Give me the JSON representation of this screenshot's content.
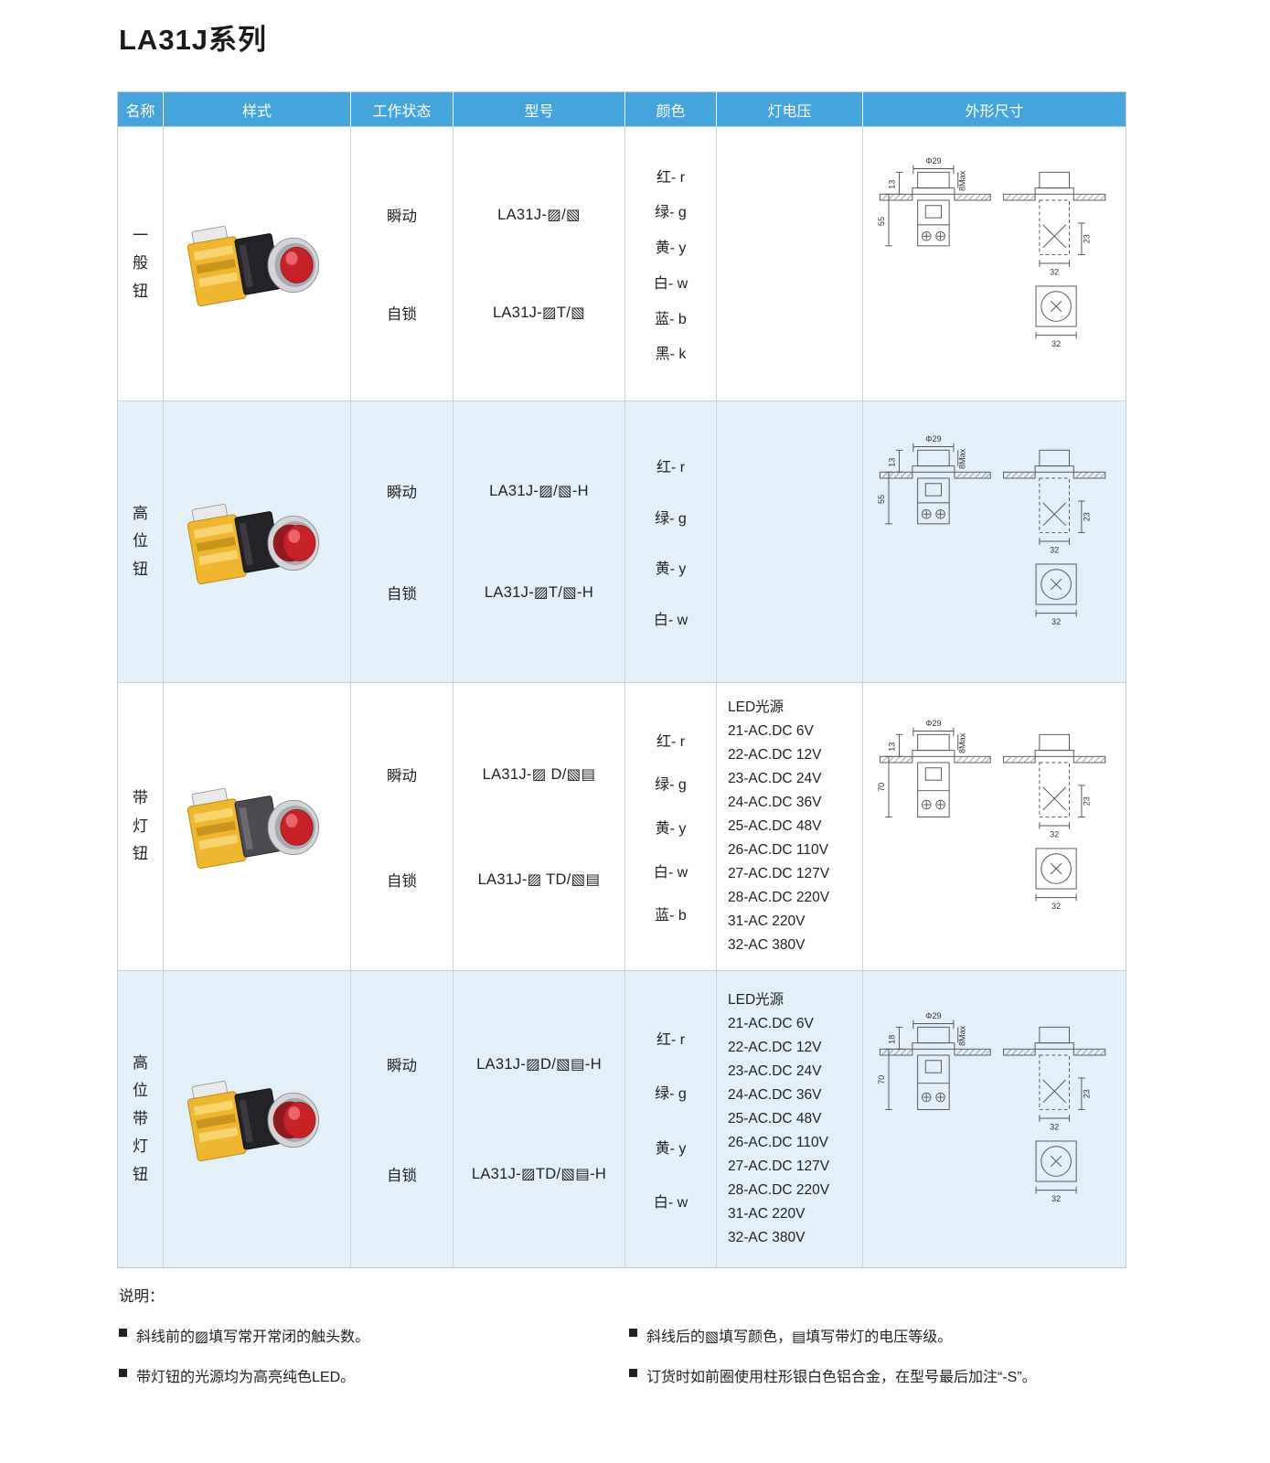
{
  "page": {
    "title": "LA31J系列"
  },
  "theme": {
    "header_bg": "#45A4DB",
    "row_alt_bg": "#E3F0F9",
    "grid_line": "#C9D4DA",
    "button_red": "#C62228",
    "block_yellow": "#EFB62F"
  },
  "table": {
    "headers": [
      "名称",
      "样式",
      "工作状态",
      "型号",
      "颜色",
      "灯电压",
      "外形尺寸"
    ]
  },
  "rows": [
    {
      "name": "一般钮",
      "states": [
        "瞬动",
        "自锁"
      ],
      "models": [
        "LA31J-▨/▧",
        "LA31J-▨T/▧"
      ],
      "colors": [
        "红- r",
        "绿- g",
        "黄- y",
        "白- w",
        "蓝- b",
        "黑- k"
      ],
      "dims": {
        "phi": "Φ29",
        "max": "8Max",
        "top": "13",
        "height": "55",
        "side": "23",
        "w1": "32",
        "w2": "32"
      }
    },
    {
      "name": "高位钮",
      "states": [
        "瞬动",
        "自锁"
      ],
      "models": [
        "LA31J-▨/▧-H",
        "LA31J-▨T/▧-H"
      ],
      "colors": [
        "红- r",
        "绿- g",
        "黄- y",
        "白- w"
      ],
      "dims": {
        "phi": "Φ29",
        "max": "8Max",
        "top": "13",
        "height": "55",
        "side": "23",
        "w1": "32",
        "w2": "32"
      }
    },
    {
      "name": "带灯钮",
      "states": [
        "瞬动",
        "自锁"
      ],
      "models": [
        "LA31J-▨ D/▧▤",
        "LA31J-▨ TD/▧▤"
      ],
      "colors": [
        "红- r",
        "绿- g",
        "黄- y",
        "白- w",
        "蓝- b"
      ],
      "voltages": [
        "LED光源",
        "21-AC.DC 6V",
        "22-AC.DC 12V",
        "23-AC.DC 24V",
        "24-AC.DC 36V",
        "25-AC.DC 48V",
        "26-AC.DC 110V",
        "27-AC.DC 127V",
        "28-AC.DC 220V",
        "31-AC 220V",
        "32-AC 380V"
      ],
      "dims": {
        "phi": "Φ29",
        "max": "8Max",
        "top": "13",
        "height": "70",
        "side": "23",
        "w1": "32",
        "w2": "32"
      }
    },
    {
      "name": "高位带灯钮",
      "states": [
        "瞬动",
        "自锁"
      ],
      "models": [
        "LA31J-▨D/▧▤-H",
        "LA31J-▨TD/▧▤-H"
      ],
      "colors": [
        "红- r",
        "绿- g",
        "黄- y",
        "白- w"
      ],
      "voltages": [
        "LED光源",
        "21-AC.DC 6V",
        "22-AC.DC 12V",
        "23-AC.DC 24V",
        "24-AC.DC 36V",
        "25-AC.DC 48V",
        "26-AC.DC 110V",
        "27-AC.DC 127V",
        "28-AC.DC 220V",
        "31-AC 220V",
        "32-AC 380V"
      ],
      "dims": {
        "phi": "Φ29",
        "max": "8Max",
        "top": "18",
        "height": "70",
        "side": "23",
        "w1": "32",
        "w2": "32"
      }
    }
  ],
  "notes": {
    "title": "说明：",
    "items": [
      "斜线前的▨填写常开常闭的触头数。",
      "带灯钮的光源均为高亮纯色LED。",
      "斜线后的▧填写颜色，▤填写带灯的电压等级。",
      "订货时如前圈使用柱形银白色铝合金，在型号最后加注“-S”。"
    ]
  }
}
